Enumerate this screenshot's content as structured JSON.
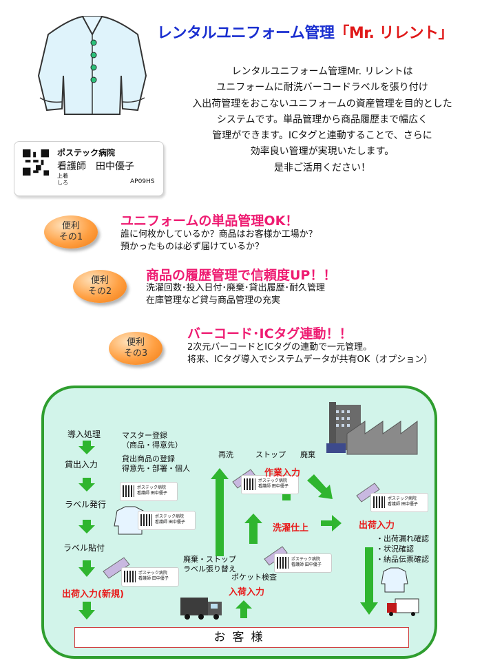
{
  "header": {
    "title_main": "レンタルユニフォーム管理",
    "title_brand": "「Mr. リレント」"
  },
  "intro": [
    "レンタルユニフォーム管理Mr. リレントは",
    "ユニフォームに耐洗バーコードラベルを張り付け",
    "入出荷管理をおこないユニフォームの資産管理を目的とした",
    "システムです。単品管理から商品履歴まで幅広く",
    "管理ができます。ICタグと連動することで、さらに",
    "効率良い管理が実現いたします。",
    "是非ご活用ください！"
  ],
  "label_card": {
    "org": "ポステック病院",
    "person": "看護師　田中優子",
    "detail_1": "上着",
    "detail_2": "しろ",
    "code": "AP09HS"
  },
  "features": [
    {
      "badge_1": "便利",
      "badge_2": "その1",
      "title": "ユニフォームの単品管理OK！",
      "line_1": "誰に何枚かしているか？商品はお客様か工場か？",
      "line_2": "預かったものは必ず届けているか？"
    },
    {
      "badge_1": "便利",
      "badge_2": "その2",
      "title": "商品の履歴管理で信頼度UP！！",
      "line_1": "洗濯回数･投入日付･廃棄･貸出履歴･耐久管理",
      "line_2": "在庫管理など貸与商品管理の充実"
    },
    {
      "badge_1": "便利",
      "badge_2": "その3",
      "title": "バーコード･ICタグ連動！！",
      "line_1": "2次元バーコードとICタグの連動で一元管理。",
      "line_2": "将来、ICタグ導入でシステムデータが共有OK（オプション）"
    }
  ],
  "flow": {
    "steps": [
      "導入処理",
      "貸出入力",
      "ラベル発行",
      "ラベル貼付"
    ],
    "step_red_new": "出荷入力(新規)",
    "master_1": "マスター登録",
    "master_2": "（商品・得意先）",
    "rental_1": "貸出商品の登録",
    "rental_2": "得意先・部署・個人",
    "rewash": "再洗",
    "stop": "ストップ",
    "dispose": "廃棄",
    "work_input": "作業入力",
    "washing_done": "洗濯仕上",
    "ship_input": "出荷入力",
    "checks": [
      "・出荷漏れ確認",
      "・状況確認",
      "・納品伝票確認"
    ],
    "relabel_1": "廃棄・ストップ",
    "relabel_2": "ラベル張り替え",
    "pocket_check": "ポケット検査",
    "receive_input": "入荷入力",
    "customer": "お客様",
    "mini_label_1": "ポステック病院",
    "mini_label_2": "看護師 田中優子",
    "colors": {
      "arrow": "#2fb52f",
      "panel_border": "#2f9e2f",
      "panel_bg": "#d2f4ea",
      "red_text": "#e81c1c"
    }
  },
  "colors": {
    "title_blue": "#1a2fd0",
    "title_red": "#e01818",
    "feature_pink": "#ee1c72",
    "badge_orange": "#ffa043"
  }
}
